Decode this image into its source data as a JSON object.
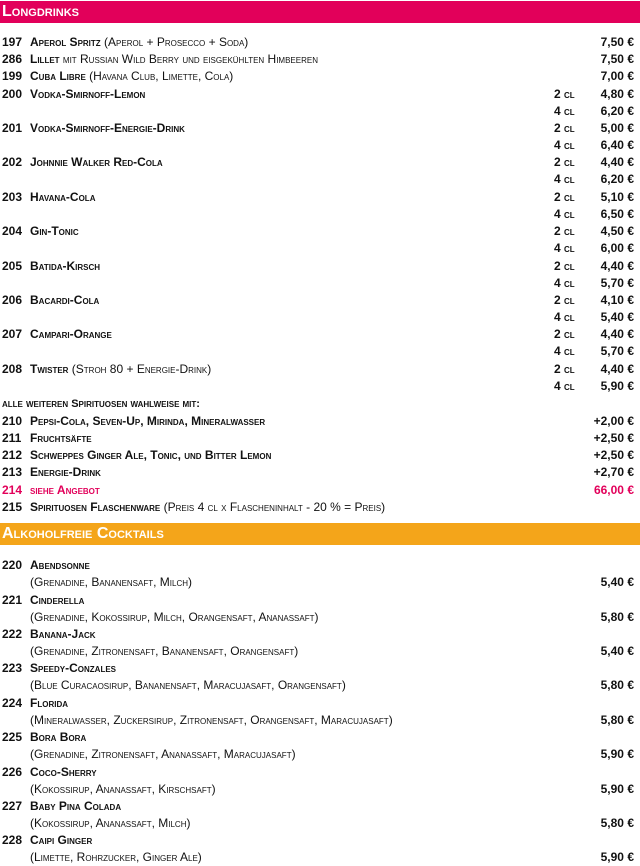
{
  "longdrinks": {
    "title": "Longdrinks",
    "items": [
      {
        "num": "197",
        "name": "Aperol Spritz",
        "desc": "(Aperol + Prosecco + Soda)",
        "price": "7,50 €"
      },
      {
        "num": "286",
        "name": "Lillet",
        "desc": " mit Russian Wild Berry und eisgekühlten Himbeeren",
        "price": "7,50 €"
      },
      {
        "num": "199",
        "name": "Cuba Libre",
        "desc": "(Havana Club, Limette, Cola)",
        "price": "7,00 €"
      },
      {
        "num": "200",
        "name": "Vodka-Smirnoff-Lemon",
        "desc": "",
        "price2": "4,80 €",
        "price4": "6,20 €"
      },
      {
        "num": "201",
        "name": "Vodka-Smirnoff-Energie-Drink",
        "desc": "",
        "price2": "5,00 €",
        "price4": "6,40 €"
      },
      {
        "num": "202",
        "name": "Johnnie Walker Red-Cola",
        "desc": "",
        "price2": "4,40 €",
        "price4": "6,20 €"
      },
      {
        "num": "203",
        "name": "Havana-Cola",
        "desc": "",
        "price2": "5,10 €",
        "price4": "6,50 €"
      },
      {
        "num": "204",
        "name": "Gin-Tonic",
        "desc": "",
        "price2": "4,50 €",
        "price4": "6,00 €"
      },
      {
        "num": "205",
        "name": "Batida-Kirsch",
        "desc": "",
        "price2": "4,40 €",
        "price4": "5,70 €"
      },
      {
        "num": "206",
        "name": "Bacardi-Cola",
        "desc": "",
        "price2": "4,10 €",
        "price4": "5,40 €"
      },
      {
        "num": "207",
        "name": "Campari-Orange",
        "desc": "",
        "price2": "4,40 €",
        "price4": "5,70 €"
      },
      {
        "num": "208",
        "name": "Twister",
        "desc": "(Stroh 80 + Energie-Drink)",
        "price2": "4,40 €",
        "price4": "5,90 €"
      }
    ],
    "size_2": "2 cl",
    "size_4": "4 cl",
    "mixer_note": "alle weiteren Spirituosen wahlweise mit:",
    "mixers": [
      {
        "num": "210",
        "name": "Pepsi-Cola, Seven-Up, Mirinda, Mineralwasser",
        "price": "+2,00 €"
      },
      {
        "num": "211",
        "name": "Fruchtsäfte",
        "price": "+2,50 €"
      },
      {
        "num": "212",
        "name": "Schweppes Ginger Ale, Tonic, und Bitter Lemon",
        "price": "+2,50 €"
      },
      {
        "num": "213",
        "name": "Energie-Drink",
        "price": "+2,70 €"
      },
      {
        "num": "214",
        "name": "siehe Angebot",
        "price": "66,00 €",
        "highlight": true
      },
      {
        "num": "215",
        "name": "Spirituosen Flaschenware",
        "desc": "(Preis 4 cl x Flascheninhalt - 20 % = Preis)",
        "price": ""
      }
    ]
  },
  "cocktails": {
    "title": "Alkoholfreie Cocktails",
    "items": [
      {
        "num": "220",
        "name": "Abendsonne",
        "desc": "(Grenadine, Bananensaft, Milch)",
        "price": "5,40 €"
      },
      {
        "num": "221",
        "name": "Cinderella",
        "desc": "(Grenadine, Kokossirup, Milch, Orangensaft, Ananassaft)",
        "price": "5,80 €"
      },
      {
        "num": "222",
        "name": "Banana-Jack",
        "desc": "(Grenadine, Zitronensaft, Bananensaft, Orangensaft)",
        "price": "5,40 €"
      },
      {
        "num": "223",
        "name": "Speedy-Conzales",
        "desc": "(Blue Curacaosirup, Bananensaft, Maracujasaft, Orangensaft)",
        "price": "5,80 €"
      },
      {
        "num": "224",
        "name": "Florida",
        "desc": "(Mineralwasser, Zuckersirup, Zitronensaft, Orangensaft, Maracujasaft)",
        "price": "5,80 €"
      },
      {
        "num": "225",
        "name": "Bora Bora",
        "desc": "(Grenadine, Zitronensaft, Ananassaft, Maracujasaft)",
        "price": "5,90 €"
      },
      {
        "num": "226",
        "name": "Coco-Sherry",
        "desc": "(Kokossirup, Ananassaft, Kirschsaft)",
        "price": "5,90 €"
      },
      {
        "num": "227",
        "name": "Baby Pina Colada",
        "desc": "(Kokossirup, Ananassaft, Milch)",
        "price": "5,80 €"
      },
      {
        "num": "228",
        "name": "Caipi Ginger",
        "desc": "(Limette, Rohrzucker, Ginger Ale)",
        "price": "5,90 €"
      }
    ]
  },
  "colors": {
    "longdrinks_bar": "#e2005a",
    "cocktails_bar": "#f4a51a",
    "highlight": "#e2005a"
  }
}
